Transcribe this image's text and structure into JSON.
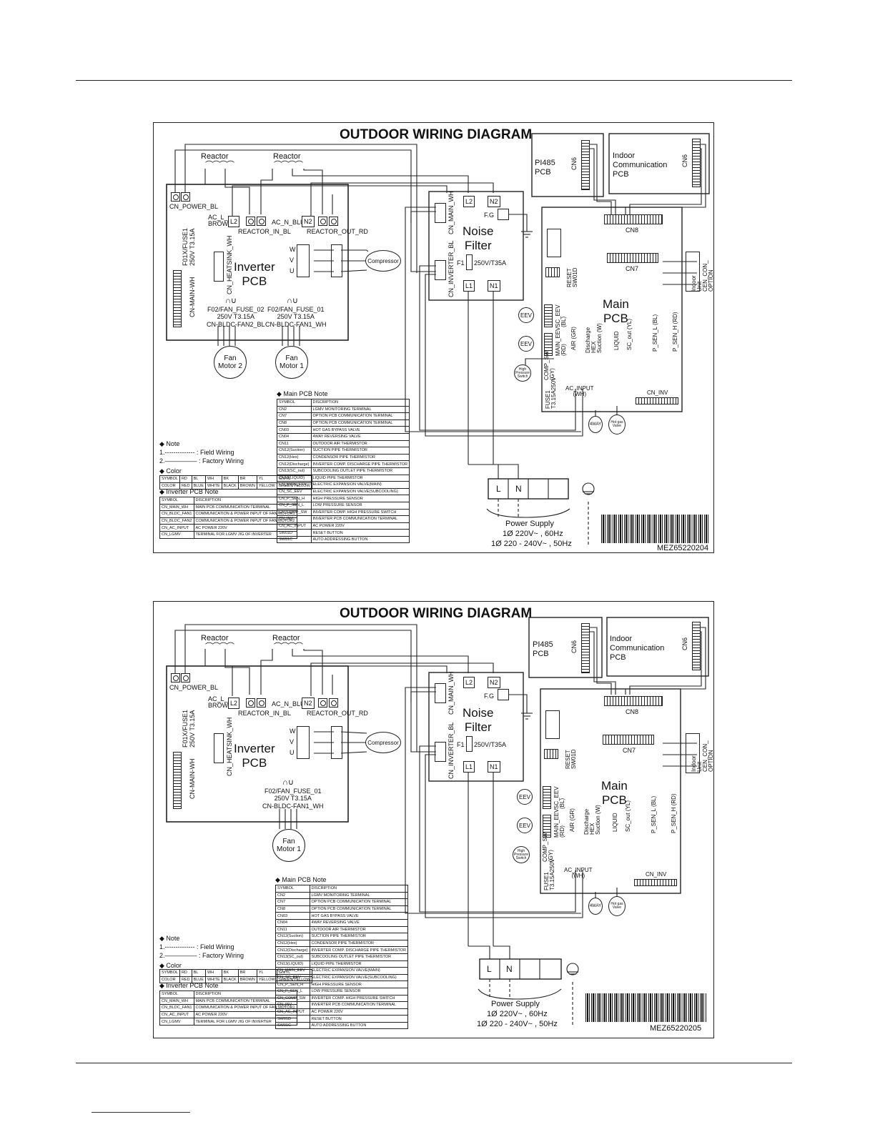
{
  "diagrams": [
    {
      "title": "OUTDOOR WIRING DIAGRAM",
      "inverter": {
        "cn_power": "CN_POWER_BL",
        "reactor1": "Reactor",
        "reactor2": "Reactor",
        "ac_l": "AC_L_\nBROWN",
        "l2": "L2",
        "reactor_in": "REACTOR_IN_BL",
        "ac_n": "AC_N_BLUE",
        "n2": "N2",
        "reactor_out": "REACTOR_OUT_RD",
        "fuse": "F01X/FUSE1\n250V T3.15A",
        "heatsink": "CN_HEATSINK_WH",
        "name": "Inverter\nPCB",
        "cn_main": "CN-MAIN-WH",
        "w": "W",
        "v": "V",
        "u": "U",
        "compressor": "Compressor",
        "fan_fuse_02": "F02/FAN_FUSE_02\n250V T3.15A\nCN-BLDC-FAN2_BL",
        "fan_fuse_01": "F02/FAN_FUSE_01\n250V T3.15A\nCN-BLDC-FAN1_WH",
        "fan2": "Fan\nMotor 2",
        "fan1": "Fan\nMotor 1"
      },
      "noise": {
        "l2": "L2",
        "n2": "N2",
        "fg": "F.G",
        "cn_main": "CN_MAIN_WH",
        "name": "Noise\nFilter",
        "f1": "F1",
        "fuse": "250V/T35A",
        "cn_inv": "CN_INVERTER_BL",
        "l1": "L1",
        "n1": "N1"
      },
      "pi485": "PI485\nPCB",
      "cn6a": "CN6",
      "indoor_comm": "Indoor\nCommunication\nPCB",
      "cn6b": "CN6",
      "main": {
        "cn8": "CN8",
        "cn7": "CN7",
        "name": "Main\nPCB",
        "eev1": "EEV",
        "eev2": "EEV",
        "sc_eev": "SC_EEV\n(BL)",
        "main_eev": "MAIN_EEV\n(RD)",
        "air": "AIR (GR)",
        "discharge": "Discharge\nHEX\nSuction (W)",
        "liquid": "LIQUID",
        "sc_out": "SC_out (YL)",
        "p_sen_l": "P_SEN_L (BL)",
        "p_sen_h": "P_SEN_H (RD)",
        "hps": "High\nPressure\nSwitch",
        "comp_sw": "COMP_SW\n(GY)",
        "fuse1": "FUSE1\nT3.15A250V",
        "ac_input": "AC_INPUT\n(WH)",
        "four_way": "4WAY",
        "hot_gas": "Hot gas\nValve",
        "cn_inv": "CN_INV",
        "cen_con": "CEN_CON_\nOPTION",
        "indoor_unit": "Indoor\nUnit",
        "reset": "RESET\nSW01D"
      },
      "power": {
        "l": "L",
        "n": "N",
        "label": "Power Supply",
        "line1": "1Ø 220V~ , 60Hz",
        "line2": "1Ø 220 - 240V~ , 50Hz"
      },
      "code": "MEZ65220204",
      "note_title": "◆ Note",
      "note_field": "1.-------------- : Field Wiring",
      "note_factory": "2.————— : Factory Wiring",
      "color_title": "◆ Color",
      "colors": {
        "symbol": [
          "SYMBOL",
          "RD",
          "BL",
          "WH",
          "BK",
          "BR",
          "YL",
          "GN/YL"
        ],
        "color": [
          "COLOR",
          "RED",
          "BLUE",
          "WHITE",
          "BLACK",
          "BROWN",
          "YELLOW",
          "GREEN/YELLOW"
        ]
      },
      "inv_note_title": "◆ Inverter PCB Note",
      "inv_note_head": [
        "SYMBOL",
        "DISCRIPTION"
      ],
      "inv_note": [
        [
          "CN_MAIN_WH",
          "MAIN PCB COMMUNICATION TERMINAL"
        ],
        [
          "CN_BLDC_FAN1",
          "COMMUNICATION & POWER INPUT OF FAN MOTOR1"
        ],
        [
          "CN_BLDC_FAN2",
          "COMMUNICATION & POWER INPUT OF FAN MOTOR2"
        ],
        [
          "CN_AC_INPUT",
          "AC POWER 220V"
        ],
        [
          "CN_LGMV",
          "TERMINAL FOR LGMV JIG OF INVERTER"
        ]
      ],
      "main_note_title": "◆ Main PCB Note",
      "main_note_head": [
        "SYMBOL",
        "DISCRIPTION"
      ],
      "main_note": [
        [
          "CN2",
          "LGMV MONITORING TERMINAL"
        ],
        [
          "CN7",
          "OPTION PCB COMMUNICATION TERMINAL"
        ],
        [
          "CN8",
          "OPTION PCB COMMUNICATION TERMINAL"
        ],
        [
          "CN03",
          "HOT GAS BYPASS VALVE"
        ],
        [
          "CN04",
          "4WAY REVERSING VALVE"
        ],
        [
          "CN11",
          "OUTDOOR AIR THERMISTOR"
        ],
        [
          "CN12(Suction)",
          "SUCTION PIPE THERMISTOR"
        ],
        [
          "CN12(Hex)",
          "CONDENSOR PIPE THERMISTOR"
        ],
        [
          "CN12(Discharge)",
          "INVERTER COMP. DISCHARGE PIPE THERMISTOR"
        ],
        [
          "CN13(SC_out)",
          "SUBCOOLING OUTLET PIPE THERMISTOR"
        ],
        [
          "CN13(LIQUID)",
          "LIQUID PIPE THERMISTOR"
        ],
        [
          "CN_MAIN_EEV",
          "ELECTRIC EXPANSION VALVE(MAIN)"
        ],
        [
          "CN_SC_EEV",
          "ELECTRIC EXPANSION VALVE(SUBCOOLING)"
        ],
        [
          "CN_P_SEN_H",
          "HIGH PRESSURE SENSOR"
        ],
        [
          "CN_P_SEN_L",
          "LOW PRESSURE SENSOR"
        ],
        [
          "CN_COMP_SW",
          "INVERTER COMP. HIGH PRESSURE SWITCH"
        ],
        [
          "CN_INV",
          "INVERTER PCB COMMUNICATION TERMINAL"
        ],
        [
          "CN_AC_INPUT",
          "AC POWER 220V"
        ],
        [
          "SW01D",
          "RESET BUTTON"
        ],
        [
          "SW01C",
          "AUTO ADDRESSING BUTTON"
        ]
      ]
    },
    {
      "title": "OUTDOOR WIRING DIAGRAM",
      "inverter": {
        "cn_power": "CN_POWER_BL",
        "reactor1": "Reactor",
        "reactor2": "Reactor",
        "ac_l": "AC_L_\nBROWN",
        "l2": "L2",
        "reactor_in": "REACTOR_IN_BL",
        "ac_n": "AC_N_BLUE",
        "n2": "N2",
        "reactor_out": "REACTOR_OUT_RD",
        "fuse": "F01X/FUSE1\n250V T3.15A",
        "heatsink": "CN_HEATSINK_WH",
        "name": "Inverter\nPCB",
        "cn_main": "CN-MAIN-WH",
        "w": "W",
        "v": "V",
        "u": "U",
        "compressor": "Compressor",
        "fan_fuse_01": "F02/FAN_FUSE_01\n250V T3.15A\nCN-BLDC-FAN1_WH",
        "fan1": "Fan\nMotor 1"
      },
      "noise": {
        "l2": "L2",
        "n2": "N2",
        "fg": "F.G",
        "cn_main": "CN_MAIN_WH",
        "name": "Noise\nFilter",
        "f1": "F1",
        "fuse": "250V/T35A",
        "cn_inv": "CN_INVERTER_BL",
        "l1": "L1",
        "n1": "N1"
      },
      "pi485": "PI485\nPCB",
      "cn6a": "CN6",
      "indoor_comm": "Indoor\nCommunication\nPCB",
      "cn6b": "CN6",
      "main": {
        "cn8": "CN8",
        "cn7": "CN7",
        "name": "Main\nPCB",
        "eev1": "EEV",
        "eev2": "EEV",
        "sc_eev": "SC_EEV\n(BL)",
        "main_eev": "MAIN_EEV\n(RD)",
        "air": "AIR (GR)",
        "discharge": "Discharge\nHEX\nSuction (W)",
        "liquid": "LIQUID",
        "sc_out": "SC_out (YL)",
        "p_sen_l": "P_SEN_L (BL)",
        "p_sen_h": "P_SEN_H (RD)",
        "hps": "High\nPressure\nSwitch",
        "comp_sw": "COMP_SW\n(GY)",
        "fuse1": "FUSE1\nT3.15A250V",
        "ac_input": "AC_INPUT\n(WH)",
        "four_way": "4WAY",
        "hot_gas": "Hot gas\nValve",
        "cn_inv": "CN_INV",
        "cen_con": "CEN_CON_\nOPTION",
        "indoor_unit": "Indoor\nUnit",
        "reset": "RESET\nSW01D"
      },
      "power": {
        "l": "L",
        "n": "N",
        "label": "Power Supply",
        "line1": "1Ø 220V~ , 60Hz",
        "line2": "1Ø 220 - 240V~ , 50Hz"
      },
      "code": "MEZ65220205",
      "note_title": "◆ Note",
      "note_field": "1.-------------- : Field Wiring",
      "note_factory": "2.————— : Factory Wiring",
      "color_title": "◆ Color",
      "colors": {
        "symbol": [
          "SYMBOL",
          "RD",
          "BL",
          "WH",
          "BK",
          "BR",
          "YL",
          "GN/YL"
        ],
        "color": [
          "COLOR",
          "RED",
          "BLUE",
          "WHITE",
          "BLACK",
          "BROWN",
          "YELLOW",
          "GREEN/YELLOW"
        ]
      },
      "inv_note_title": "◆ Inverter PCB Note",
      "inv_note_head": [
        "SYMBOL",
        "DISCRIPTION"
      ],
      "inv_note": [
        [
          "CN_MAIN_WH",
          "MAIN PCB COMMUNICATION TERMINAL"
        ],
        [
          "CN_BLDC_FAN1",
          "COMMUNICATION & POWER INPUT OF FAN MOTOR1"
        ],
        [
          "CN_AC_INPUT",
          "AC POWER 220V"
        ],
        [
          "CN_LGMV",
          "TERMINAL FOR LGMV JIG OF INVERTER"
        ]
      ],
      "main_note_title": "◆ Main PCB Note",
      "main_note_head": [
        "SYMBOL",
        "DISCRIPTION"
      ],
      "main_note": [
        [
          "CN2",
          "LGMV MONITORING TERMINAL"
        ],
        [
          "CN7",
          "OPTION PCB COMMUNICATION TERMINAL"
        ],
        [
          "CN8",
          "OPTION PCB COMMUNICATION TERMINAL"
        ],
        [
          "CN03",
          "HOT GAS BYPASS VALVE"
        ],
        [
          "CN04",
          "4WAY REVERSING VALVE"
        ],
        [
          "CN11",
          "OUTDOOR AIR THERMISTOR"
        ],
        [
          "CN12(Suction)",
          "SUCTION PIPE THERMISTOR"
        ],
        [
          "CN12(Hex)",
          "CONDENSOR PIPE THERMISTOR"
        ],
        [
          "CN12(Discharge)",
          "INVERTER COMP. DISCHARGE PIPE THERMISTOR"
        ],
        [
          "CN13(SC_out)",
          "SUBCOOLING OUTLET PIPE THERMISTOR"
        ],
        [
          "CN13(LIQUID)",
          "LIQUID PIPE THERMISTOR"
        ],
        [
          "CN_MAIN_EEV",
          "ELECTRIC EXPANSION VALVE(MAIN)"
        ],
        [
          "CN_SC_EEV",
          "ELECTRIC EXPANSION VALVE(SUBCOOLING)"
        ],
        [
          "CN_P_SEN_H",
          "HIGH PRESSURE SENSOR"
        ],
        [
          "CN_P_SEN_L",
          "LOW PRESSURE SENSOR"
        ],
        [
          "CN_COMP_SW",
          "INVERTER COMP. HIGH PRESSURE SWITCH"
        ],
        [
          "CN_INV",
          "INVERTER PCB COMMUNICATION TERMINAL"
        ],
        [
          "CN_AC_INPUT",
          "AC POWER 220V"
        ],
        [
          "SW01D",
          "RESET BUTTON"
        ],
        [
          "SW01C",
          "AUTO ADDRESSING BUTTON"
        ]
      ]
    }
  ]
}
